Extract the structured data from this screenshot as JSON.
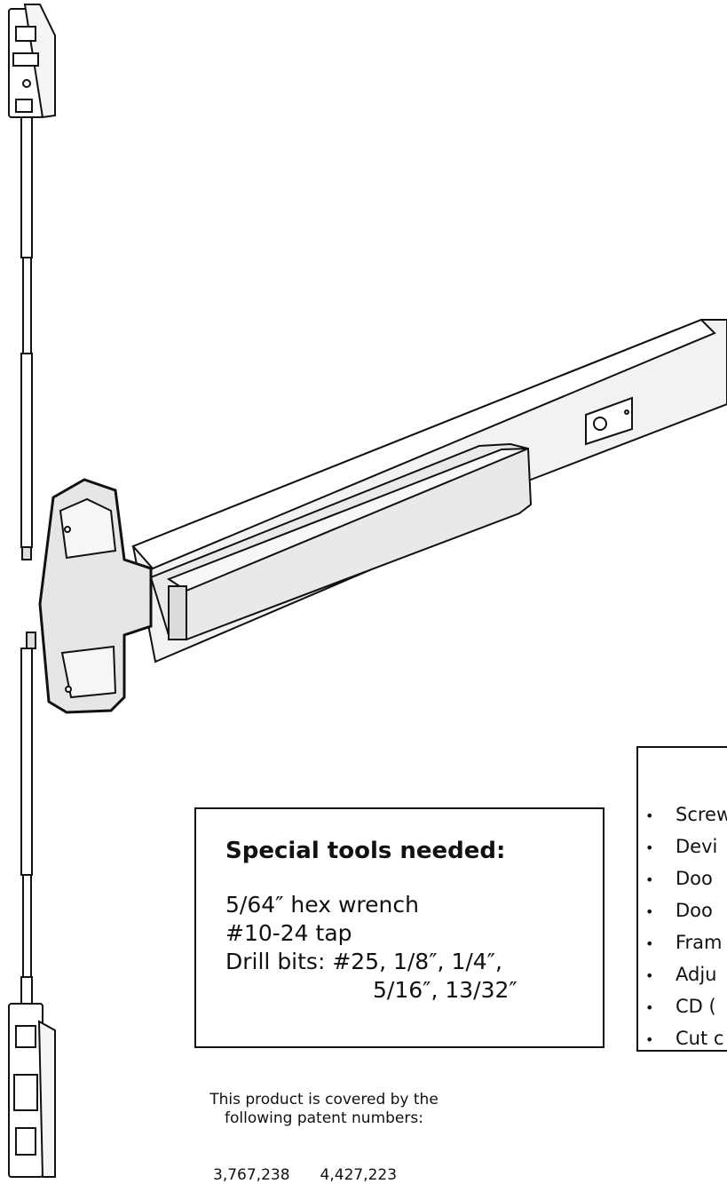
{
  "tools": {
    "title": "Special tools needed:",
    "items": [
      "5/64″ hex wrench",
      "#10-24 tap",
      "Drill bits:  #25, 1/8″, 1/4″,",
      "5/16″, 13/32″"
    ]
  },
  "parts": {
    "items": [
      "Screw",
      "Devi",
      "Doo",
      "Doo",
      "Fram",
      "Adju",
      "CD (",
      "Cut c"
    ]
  },
  "patent": {
    "note_line1": "This product is covered by the",
    "note_line2": "following patent numbers:",
    "numbers": [
      "3,767,238",
      "4,427,223"
    ]
  },
  "colors": {
    "line": "#111111",
    "device_fill": "#e9e9e9"
  }
}
